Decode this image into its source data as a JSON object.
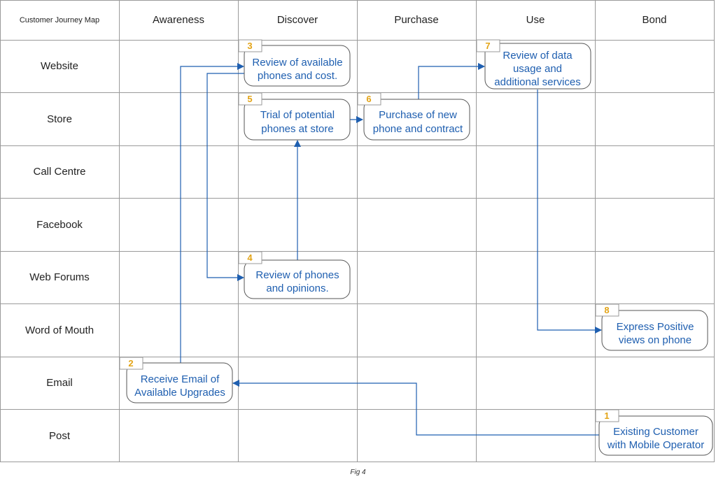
{
  "corner_label": "Customer Journey Map",
  "columns": [
    "Awareness",
    "Discover",
    "Purchase",
    "Use",
    "Bond"
  ],
  "rows": [
    "Website",
    "Store",
    "Call Centre",
    "Facebook",
    "Web Forums",
    "Word of Mouth",
    "Email",
    "Post"
  ],
  "steps": [
    {
      "num": "1",
      "lines": [
        "Existing Customer",
        "with Mobile Operator"
      ]
    },
    {
      "num": "2",
      "lines": [
        "Receive Email of",
        "Available Upgrades"
      ]
    },
    {
      "num": "3",
      "lines": [
        "Review of available",
        "phones and cost."
      ]
    },
    {
      "num": "4",
      "lines": [
        "Review of phones",
        "and opinions."
      ]
    },
    {
      "num": "5",
      "lines": [
        "Trial of potential",
        "phones at store"
      ]
    },
    {
      "num": "6",
      "lines": [
        "Purchase of new",
        "phone and contract"
      ]
    },
    {
      "num": "7",
      "lines": [
        "Review of data",
        "usage and",
        "additional services"
      ]
    },
    {
      "num": "8",
      "lines": [
        "Express Positive",
        "views on phone"
      ]
    }
  ],
  "caption": "Fig 4",
  "colors": {
    "grid": "#9a9a9a",
    "arrow": "#1f5fb0",
    "step_text": "#1f5fb0",
    "number": "#e3a416"
  }
}
